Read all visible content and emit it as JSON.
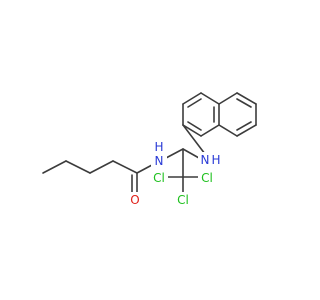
{
  "colors": {
    "bond": "#3c3c3c",
    "nitrogen": "#2a3bd6",
    "oxygen": "#e0201a",
    "chlorine": "#1ec01e",
    "background": "#ffffff"
  },
  "atoms": {
    "oxygen": "O",
    "amide_nitrogen": "N",
    "amide_hydrogen": "H",
    "amine_nitrogen": "N",
    "amine_hydrogen": "H",
    "chlorine_left": "Cl",
    "chlorine_right": "Cl",
    "chlorine_bottom": "Cl"
  }
}
